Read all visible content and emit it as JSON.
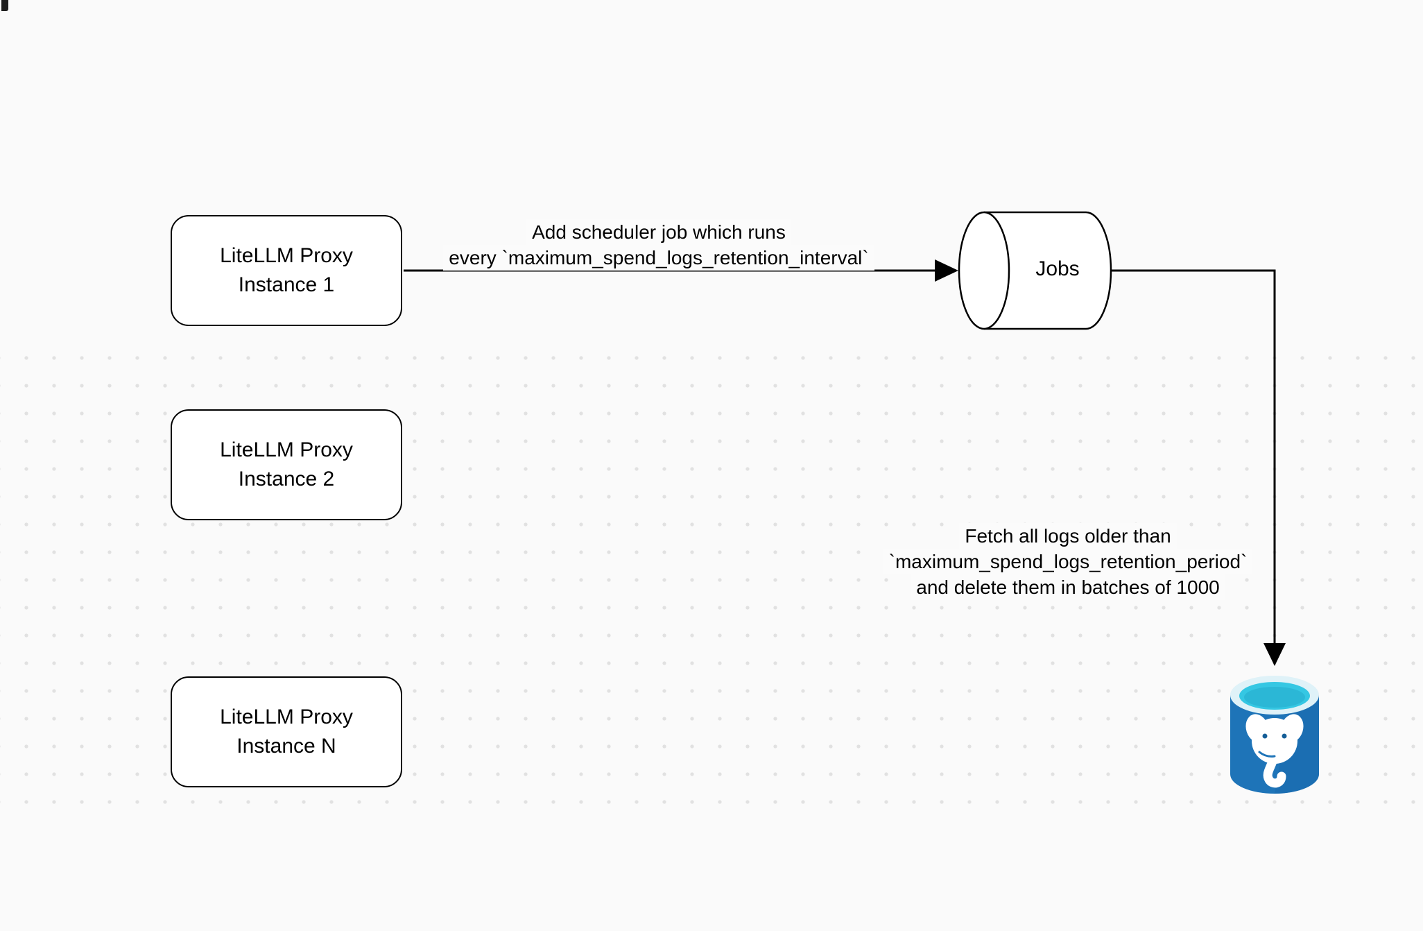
{
  "diagram": {
    "nodes": {
      "proxy1": {
        "line1": "LiteLLM Proxy",
        "line2": "Instance 1"
      },
      "proxy2": {
        "line1": "LiteLLM Proxy",
        "line2": "Instance 2"
      },
      "proxyN": {
        "line1": "LiteLLM Proxy",
        "line2": "Instance N"
      },
      "jobs": {
        "label": "Jobs"
      }
    },
    "labels": {
      "scheduler": {
        "line1": "Add scheduler job which runs",
        "line2": "every `maximum_spend_logs_retention_interval`"
      },
      "fetch": {
        "line1": "Fetch all logs older than",
        "line2": "`maximum_spend_logs_retention_period`",
        "line3": "and delete them in batches of 1000"
      }
    },
    "icons": {
      "jobs_store": "jobs-cylinder-icon",
      "database": "postgresql-icon"
    },
    "colors": {
      "background": "#FAFAFA",
      "stroke": "#000000",
      "node_fill": "#FFFFFF",
      "dot_grid": "#E1E1E1",
      "postgres_body": "#1E74B8",
      "postgres_body_dark": "#155E97",
      "postgres_top_cyan": "#35C7E3",
      "postgres_rim": "#DFF2F8",
      "postgres_white": "#FFFFFF"
    }
  }
}
